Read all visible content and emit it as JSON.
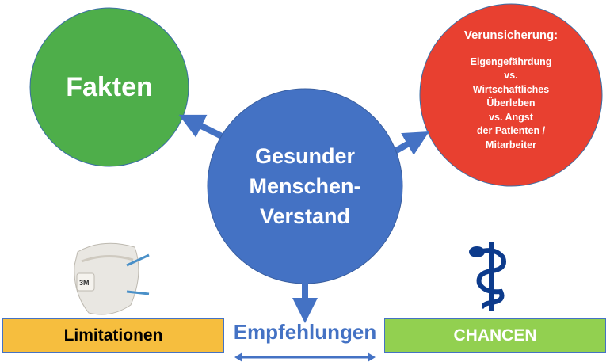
{
  "nodes": {
    "facts": {
      "label": "Fakten",
      "color": "#4EAE4A"
    },
    "center": {
      "lines": [
        "Gesunder",
        "Menschen-",
        "Verstand"
      ],
      "color": "#4472C4"
    },
    "uncertainty": {
      "title": "Verunsicherung:",
      "lines": [
        "Eigengefährdung",
        "vs.",
        "Wirtschaftliches",
        "Überleben",
        "vs. Angst",
        "der Patienten /",
        "Mitarbeiter"
      ],
      "color": "#E84030"
    }
  },
  "bottom": {
    "limitations": {
      "label": "Limitationen",
      "color": "#F6BE3E"
    },
    "recommendations": {
      "label": "Empfehlungen",
      "color": "#4472C4"
    },
    "chances": {
      "label": "CHANCEN",
      "color": "#92D050"
    }
  },
  "images": {
    "mask_logo": "3M",
    "mask": "respirator-mask",
    "symbol": "staff-of-asclepius"
  }
}
